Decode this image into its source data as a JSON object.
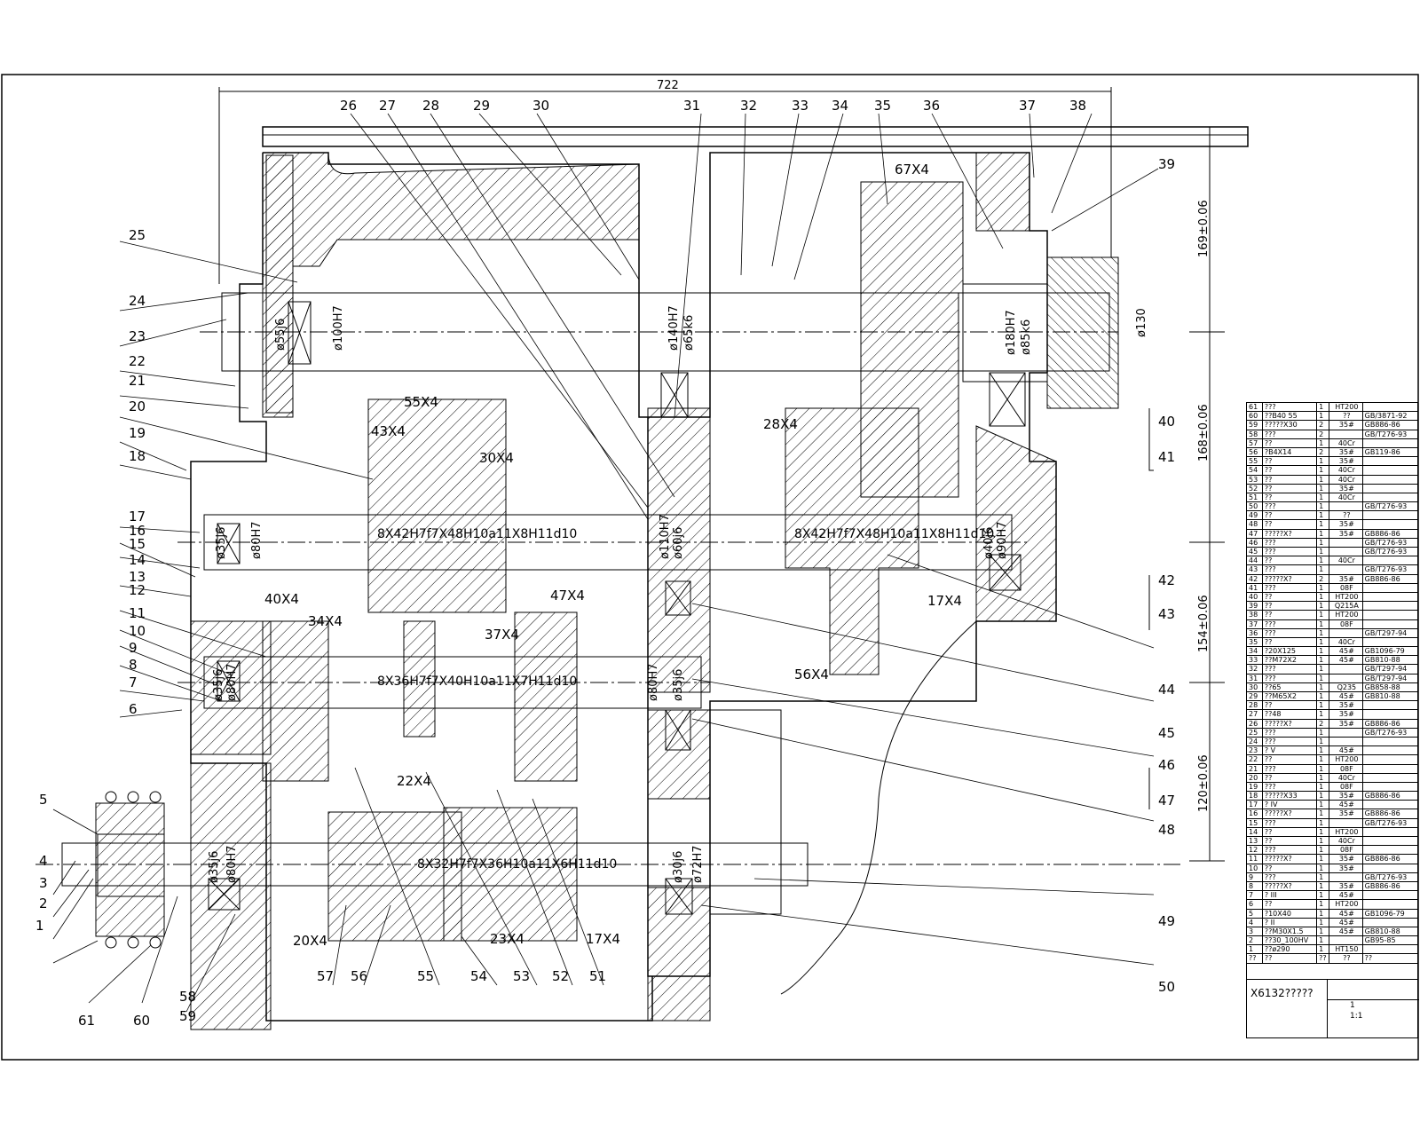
{
  "drawing": {
    "overall_dimension": "722",
    "title_code": "X6132?????",
    "right_dimensions": [
      "169±0.06",
      "168±0.06",
      "154±0.06",
      "120±0.06"
    ],
    "shaft_specs": [
      "8X42H7f7X48H10a11X8H11d10",
      "8X42H7f7X48H10a11X8H11d10",
      "8X36H7f7X40H10a11X7H11d10",
      "8X32H7f7X36H10a11X6H11d10"
    ],
    "diameters": [
      "ø55j6",
      "ø100H7",
      "ø140H7",
      "ø65k6",
      "ø180H7",
      "ø85k6",
      "ø130",
      "ø35j6",
      "ø80H7",
      "ø110H7",
      "ø60j6",
      "ø40j6",
      "ø90H7",
      "ø35j6",
      "ø80H7",
      "ø80H7",
      "ø35j6",
      "ø35j6",
      "ø80H7",
      "ø30j6",
      "ø72H7"
    ],
    "gear_labels": [
      "67X4",
      "28X4",
      "55X4",
      "43X4",
      "30X4",
      "17X4",
      "56X4",
      "40X4",
      "34X4",
      "47X4",
      "37X4",
      "22X4",
      "20X4",
      "23X4",
      "17X4"
    ],
    "callouts": [
      "1",
      "2",
      "3",
      "4",
      "5",
      "6",
      "7",
      "8",
      "9",
      "10",
      "11",
      "12",
      "13",
      "14",
      "15",
      "16",
      "17",
      "18",
      "19",
      "20",
      "21",
      "22",
      "23",
      "24",
      "25",
      "26",
      "27",
      "28",
      "29",
      "30",
      "31",
      "32",
      "33",
      "34",
      "35",
      "36",
      "37",
      "38",
      "39",
      "40",
      "41",
      "42",
      "43",
      "44",
      "45",
      "46",
      "47",
      "48",
      "49",
      "50",
      "51",
      "52",
      "53",
      "54",
      "55",
      "56",
      "57",
      "58",
      "59",
      "60",
      "61"
    ]
  },
  "parts_list": [
    {
      "no": "61",
      "name": "???",
      "qty": "1",
      "mat": "HT200",
      "std": ""
    },
    {
      "no": "60",
      "name": "??B40 55",
      "qty": "1",
      "mat": "??",
      "std": "GB/3871-92"
    },
    {
      "no": "59",
      "name": "?????X30",
      "qty": "2",
      "mat": "35#",
      "std": "GB886-86"
    },
    {
      "no": "58",
      "name": "???",
      "qty": "2",
      "mat": "",
      "std": "GB/T276-93"
    },
    {
      "no": "57",
      "name": "??",
      "qty": "1",
      "mat": "40Cr",
      "std": ""
    },
    {
      "no": "56",
      "name": "?B4X14",
      "qty": "2",
      "mat": "35#",
      "std": "GB119-86"
    },
    {
      "no": "55",
      "name": "??",
      "qty": "1",
      "mat": "35#",
      "std": ""
    },
    {
      "no": "54",
      "name": "??",
      "qty": "1",
      "mat": "40Cr",
      "std": ""
    },
    {
      "no": "53",
      "name": "??",
      "qty": "1",
      "mat": "40Cr",
      "std": ""
    },
    {
      "no": "52",
      "name": "??",
      "qty": "1",
      "mat": "35#",
      "std": ""
    },
    {
      "no": "51",
      "name": "??",
      "qty": "1",
      "mat": "40Cr",
      "std": ""
    },
    {
      "no": "50",
      "name": "???",
      "qty": "1",
      "mat": "",
      "std": "GB/T276-93"
    },
    {
      "no": "49",
      "name": "??",
      "qty": "1",
      "mat": "??",
      "std": ""
    },
    {
      "no": "48",
      "name": "??",
      "qty": "1",
      "mat": "35#",
      "std": ""
    },
    {
      "no": "47",
      "name": "?????X?",
      "qty": "1",
      "mat": "35#",
      "std": "GB886-86"
    },
    {
      "no": "46",
      "name": "???",
      "qty": "1",
      "mat": "",
      "std": "GB/T276-93"
    },
    {
      "no": "45",
      "name": "???",
      "qty": "1",
      "mat": "",
      "std": "GB/T276-93"
    },
    {
      "no": "44",
      "name": "??",
      "qty": "1",
      "mat": "40Cr",
      "std": ""
    },
    {
      "no": "43",
      "name": "???",
      "qty": "1",
      "mat": "",
      "std": "GB/T276-93"
    },
    {
      "no": "42",
      "name": "?????X?",
      "qty": "2",
      "mat": "35#",
      "std": "GB886-86"
    },
    {
      "no": "41",
      "name": "???",
      "qty": "1",
      "mat": "08F",
      "std": ""
    },
    {
      "no": "40",
      "name": "??",
      "qty": "1",
      "mat": "HT200",
      "std": ""
    },
    {
      "no": "39",
      "name": "??",
      "qty": "1",
      "mat": "Q215A",
      "std": ""
    },
    {
      "no": "38",
      "name": "??",
      "qty": "1",
      "mat": "HT200",
      "std": ""
    },
    {
      "no": "37",
      "name": "???",
      "qty": "1",
      "mat": "08F",
      "std": ""
    },
    {
      "no": "36",
      "name": "???",
      "qty": "1",
      "mat": "",
      "std": "GB/T297-94"
    },
    {
      "no": "35",
      "name": "??",
      "qty": "1",
      "mat": "40Cr",
      "std": ""
    },
    {
      "no": "34",
      "name": "?20X125",
      "qty": "1",
      "mat": "45#",
      "std": "GB1096-79"
    },
    {
      "no": "33",
      "name": "??M72X2",
      "qty": "1",
      "mat": "45#",
      "std": "GB810-88"
    },
    {
      "no": "32",
      "name": "???",
      "qty": "1",
      "mat": "",
      "std": "GB/T297-94"
    },
    {
      "no": "31",
      "name": "???",
      "qty": "1",
      "mat": "",
      "std": "GB/T297-94"
    },
    {
      "no": "30",
      "name": "??65",
      "qty": "1",
      "mat": "Q235",
      "std": "GB858-88"
    },
    {
      "no": "29",
      "name": "??M65X2",
      "qty": "1",
      "mat": "45#",
      "std": "GB810-88"
    },
    {
      "no": "28",
      "name": "??",
      "qty": "1",
      "mat": "35#",
      "std": ""
    },
    {
      "no": "27",
      "name": "??48",
      "qty": "1",
      "mat": "35#",
      "std": ""
    },
    {
      "no": "26",
      "name": "?????X?",
      "qty": "2",
      "mat": "35#",
      "std": "GB886-86"
    },
    {
      "no": "25",
      "name": "???",
      "qty": "1",
      "mat": "",
      "std": "GB/T276-93"
    },
    {
      "no": "24",
      "name": "???",
      "qty": "1",
      "mat": "",
      "std": ""
    },
    {
      "no": "23",
      "name": "? V",
      "qty": "1",
      "mat": "45#",
      "std": ""
    },
    {
      "no": "22",
      "name": "??",
      "qty": "1",
      "mat": "HT200",
      "std": ""
    },
    {
      "no": "21",
      "name": "???",
      "qty": "1",
      "mat": "08F",
      "std": ""
    },
    {
      "no": "20",
      "name": "??",
      "qty": "1",
      "mat": "40Cr",
      "std": ""
    },
    {
      "no": "19",
      "name": "???",
      "qty": "1",
      "mat": "08F",
      "std": ""
    },
    {
      "no": "18",
      "name": "?????X33",
      "qty": "1",
      "mat": "35#",
      "std": "GB886-86"
    },
    {
      "no": "17",
      "name": "? IV",
      "qty": "1",
      "mat": "45#",
      "std": ""
    },
    {
      "no": "16",
      "name": "?????X?",
      "qty": "1",
      "mat": "35#",
      "std": "GB886-86"
    },
    {
      "no": "15",
      "name": "???",
      "qty": "1",
      "mat": "",
      "std": "GB/T276-93"
    },
    {
      "no": "14",
      "name": "??",
      "qty": "1",
      "mat": "HT200",
      "std": ""
    },
    {
      "no": "13",
      "name": "??",
      "qty": "1",
      "mat": "40Cr",
      "std": ""
    },
    {
      "no": "12",
      "name": "???",
      "qty": "1",
      "mat": "08F",
      "std": ""
    },
    {
      "no": "11",
      "name": "?????X?",
      "qty": "1",
      "mat": "35#",
      "std": "GB886-86"
    },
    {
      "no": "10",
      "name": "??",
      "qty": "1",
      "mat": "35#",
      "std": ""
    },
    {
      "no": "9",
      "name": "???",
      "qty": "1",
      "mat": "",
      "std": "GB/T276-93"
    },
    {
      "no": "8",
      "name": "?????X?",
      "qty": "1",
      "mat": "35#",
      "std": "GB886-86"
    },
    {
      "no": "7",
      "name": "? III",
      "qty": "1",
      "mat": "45#",
      "std": ""
    },
    {
      "no": "6",
      "name": "??",
      "qty": "1",
      "mat": "HT200",
      "std": ""
    },
    {
      "no": "5",
      "name": "?10X40",
      "qty": "1",
      "mat": "45#",
      "std": "GB1096-79"
    },
    {
      "no": "4",
      "name": "? II",
      "qty": "1",
      "mat": "45#",
      "std": ""
    },
    {
      "no": "3",
      "name": "??M30X1.5",
      "qty": "1",
      "mat": "45#",
      "std": "GB810-88"
    },
    {
      "no": "2",
      "name": "??30_100HV",
      "qty": "1",
      "mat": "",
      "std": "GB95-85"
    },
    {
      "no": "1",
      "name": "??ø290",
      "qty": "1",
      "mat": "HT150",
      "std": ""
    },
    {
      "no": "??",
      "name": "??",
      "qty": "??",
      "mat": "??",
      "std": "??"
    }
  ],
  "title_block": {
    "scale_label": "??",
    "sheet": "1",
    "sheets": "1:1"
  }
}
